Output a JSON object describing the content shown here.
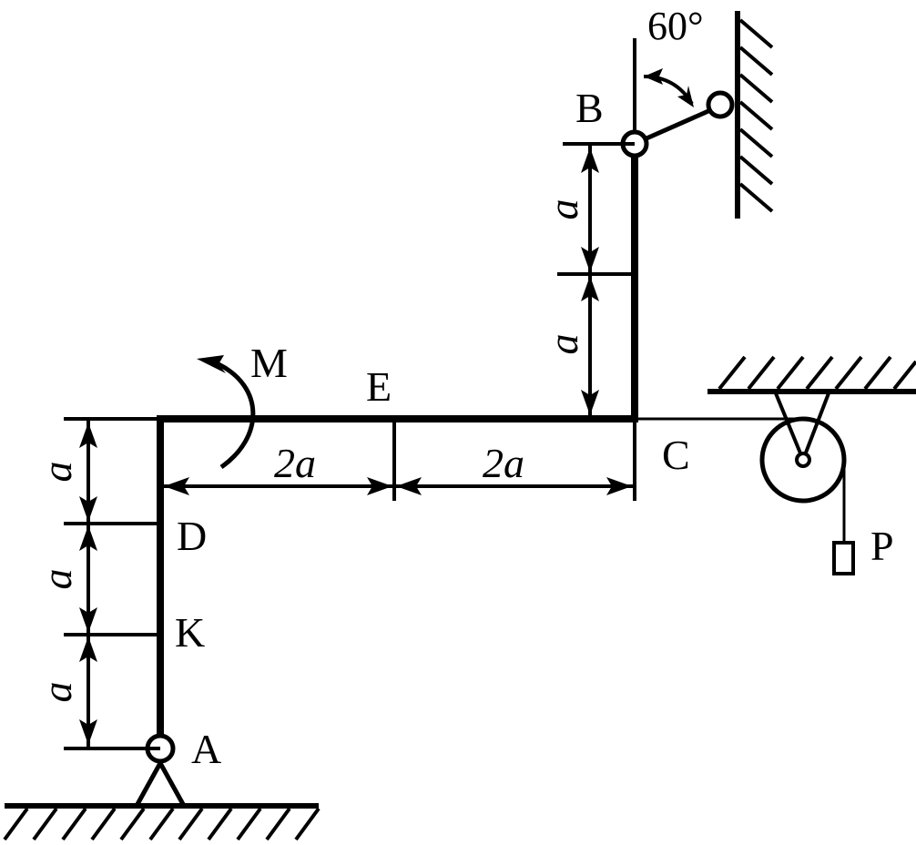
{
  "points": {
    "A": "A",
    "B": "B",
    "C": "C",
    "D": "D",
    "E": "E",
    "K": "K",
    "M": "M",
    "P": "P"
  },
  "dimensions": {
    "left_segment": "a",
    "horizontal_segment": "2a",
    "right_segment": "a"
  },
  "angle": "60°"
}
